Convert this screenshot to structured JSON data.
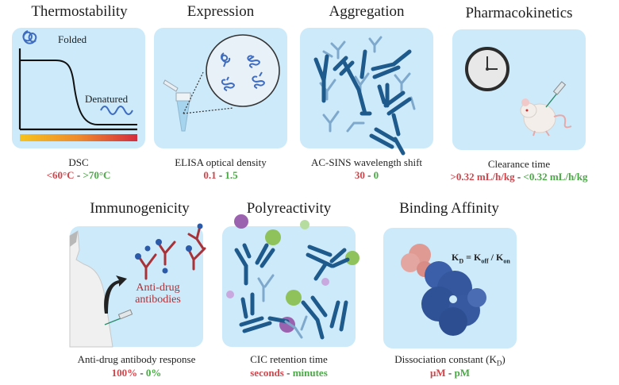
{
  "panels": [
    {
      "id": "thermostability",
      "title": "Thermostability",
      "caption": "DSC",
      "range_bad": "<60°C",
      "range_separator": "-",
      "range_good": ">70°C",
      "labels": {
        "folded": "Folded",
        "denatured": "Denatured"
      }
    },
    {
      "id": "expression",
      "title": "Expression",
      "caption": "ELISA optical density",
      "range_bad": "0.1",
      "range_separator": "-",
      "range_good": "1.5"
    },
    {
      "id": "aggregation",
      "title": "Aggregation",
      "caption": "AC-SINS wavelength shift",
      "range_bad": "30",
      "range_separator": "-",
      "range_good": "0"
    },
    {
      "id": "pharmacokinetics",
      "title": "Pharmacokinetics",
      "caption": "Clearance time",
      "range_bad": ">0.32 mL/h/kg",
      "range_separator": "-",
      "range_good": "<0.32 mL/h/kg"
    },
    {
      "id": "immunogenicity",
      "title": "Immunogenicity",
      "caption": "Anti-drug antibody response",
      "range_bad": "100%",
      "range_separator": "-",
      "range_good": "0%",
      "labels": {
        "ada_line1": "Anti-drug",
        "ada_line2": "antibodies"
      }
    },
    {
      "id": "polyreactivity",
      "title": "Polyreactivity",
      "caption": "CIC retention time",
      "range_bad": "seconds",
      "range_separator": "-",
      "range_good": "minutes"
    },
    {
      "id": "binding-affinity",
      "title": "Binding Affinity",
      "caption": "Dissociation constant (K",
      "caption_sub": "D",
      "caption_end": ")",
      "range_bad": "μM",
      "range_separator": "-",
      "range_good": "pM",
      "equation": {
        "k": "K",
        "d": "D",
        "eq": " = ",
        "koff_sub": "off",
        "slash": " / ",
        "kon_sub": "on"
      }
    }
  ],
  "colors": {
    "panel_bg": "#cdeafa",
    "bad": "#d0454b",
    "good": "#4aaa45",
    "antibody_dark": "#1f5a8c",
    "antibody_light": "#7fa9cc",
    "ada_red": "#a83238",
    "antigen_blue": "#2b5aa8"
  }
}
